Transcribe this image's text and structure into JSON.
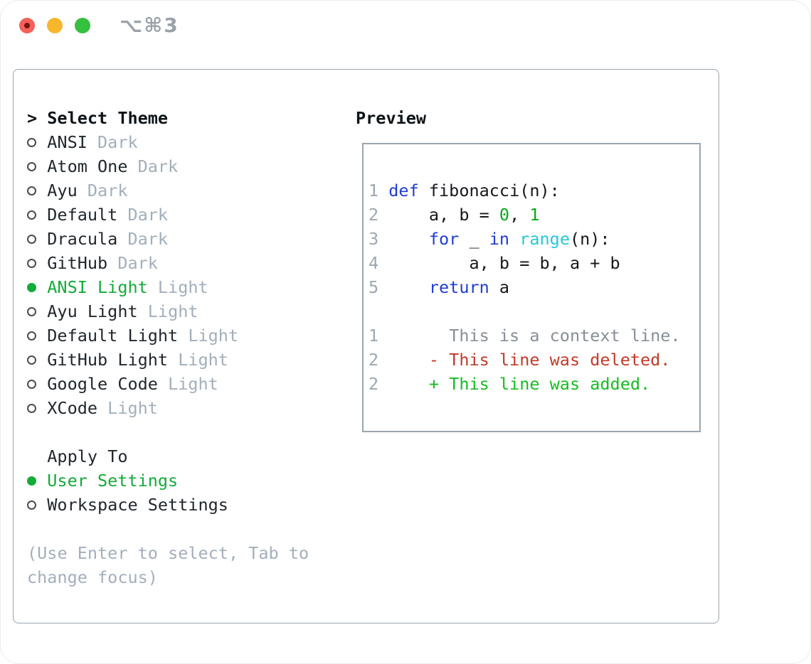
{
  "window": {
    "title": "⌥⌘3",
    "traffic_lights": {
      "close": "close-button",
      "minimize": "minimize-button",
      "zoom": "zoom-button"
    }
  },
  "panel": {
    "select_theme": {
      "marker": ">",
      "label": "Select Theme",
      "items": [
        {
          "name": "ANSI",
          "variant": "Dark",
          "selected": false
        },
        {
          "name": "Atom One",
          "variant": "Dark",
          "selected": false
        },
        {
          "name": "Ayu",
          "variant": "Dark",
          "selected": false
        },
        {
          "name": "Default",
          "variant": "Dark",
          "selected": false
        },
        {
          "name": "Dracula",
          "variant": "Dark",
          "selected": false
        },
        {
          "name": "GitHub",
          "variant": "Dark",
          "selected": false
        },
        {
          "name": "ANSI Light",
          "variant": "Light",
          "selected": true
        },
        {
          "name": "Ayu Light",
          "variant": "Light",
          "selected": false
        },
        {
          "name": "Default Light",
          "variant": "Light",
          "selected": false
        },
        {
          "name": "GitHub Light",
          "variant": "Light",
          "selected": false
        },
        {
          "name": "Google Code",
          "variant": "Light",
          "selected": false
        },
        {
          "name": "XCode",
          "variant": "Light",
          "selected": false
        }
      ]
    },
    "apply_to": {
      "header": "Apply To",
      "options": [
        {
          "name": "User Settings",
          "selected": true
        },
        {
          "name": "Workspace Settings",
          "selected": false
        }
      ]
    },
    "hint_lines": [
      "(Use Enter to select, Tab to",
      "change focus)"
    ]
  },
  "preview": {
    "header": "Preview",
    "code_lines": [
      {
        "num": "1",
        "segments": [
          {
            "text": "def",
            "style": "kw"
          },
          {
            "text": " fibonacci(n):",
            "style": "plain"
          }
        ]
      },
      {
        "num": "2",
        "segments": [
          {
            "text": "    a, b = ",
            "style": "plain"
          },
          {
            "text": "0",
            "style": "num"
          },
          {
            "text": ", ",
            "style": "plain"
          },
          {
            "text": "1",
            "style": "num"
          }
        ]
      },
      {
        "num": "3",
        "segments": [
          {
            "text": "    ",
            "style": "plain"
          },
          {
            "text": "for",
            "style": "kw"
          },
          {
            "text": " _ ",
            "style": "plain"
          },
          {
            "text": "in",
            "style": "kw"
          },
          {
            "text": " ",
            "style": "plain"
          },
          {
            "text": "range",
            "style": "builtin"
          },
          {
            "text": "(n):",
            "style": "plain"
          }
        ]
      },
      {
        "num": "4",
        "segments": [
          {
            "text": "        a, b = b, a + b",
            "style": "plain"
          }
        ]
      },
      {
        "num": "5",
        "segments": [
          {
            "text": "    ",
            "style": "plain"
          },
          {
            "text": "return",
            "style": "kw"
          },
          {
            "text": " a",
            "style": "plain"
          }
        ]
      },
      {
        "num": "",
        "segments": []
      },
      {
        "num": "1",
        "segments": [
          {
            "text": "      This is a context line.",
            "style": "ctx"
          }
        ]
      },
      {
        "num": "2",
        "segments": [
          {
            "text": "    - This line was deleted.",
            "style": "del"
          }
        ]
      },
      {
        "num": "2",
        "segments": [
          {
            "text": "    + This line was added.",
            "style": "add"
          }
        ]
      }
    ]
  },
  "colors": {
    "accent-green": "#12ab38",
    "keyword-blue": "#1f3dd6",
    "builtin-cyan": "#26c6da",
    "number-green": "#0aa818",
    "added-green": "#15bd20",
    "deleted-red": "#c23a28",
    "muted": "#a3aebc",
    "line-number": "#9ca7b2",
    "context-gray": "#878f98",
    "text-dark": "#21272e",
    "heading-dark": "#0e1317",
    "code-plain": "#15181c",
    "border-gray": "#9aa4ae",
    "title-gray": "#9aa1a9",
    "circle-outline": "#454d55",
    "light-red": "#f4605a",
    "light-yellow": "#f6b62d",
    "light-green": "#33c13e"
  }
}
